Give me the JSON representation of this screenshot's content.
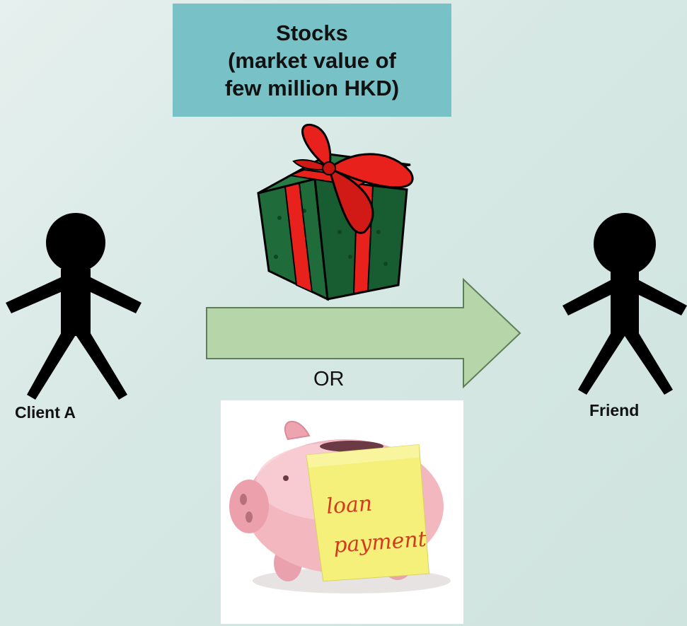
{
  "gift": {
    "label": "Stocks\n(market value of\nfew million HKD)",
    "icon": "gift-box-icon",
    "box_color": "#78c1c6"
  },
  "parties": {
    "from": "Client A",
    "to": "Friend"
  },
  "transfer": {
    "arrow_color": "#b6d5a8",
    "or_label": "OR"
  },
  "alternative": {
    "icon": "piggy-bank-icon",
    "note_text_line1": "loan",
    "note_text_line2": "payment",
    "note_color": "#f4f07a"
  }
}
